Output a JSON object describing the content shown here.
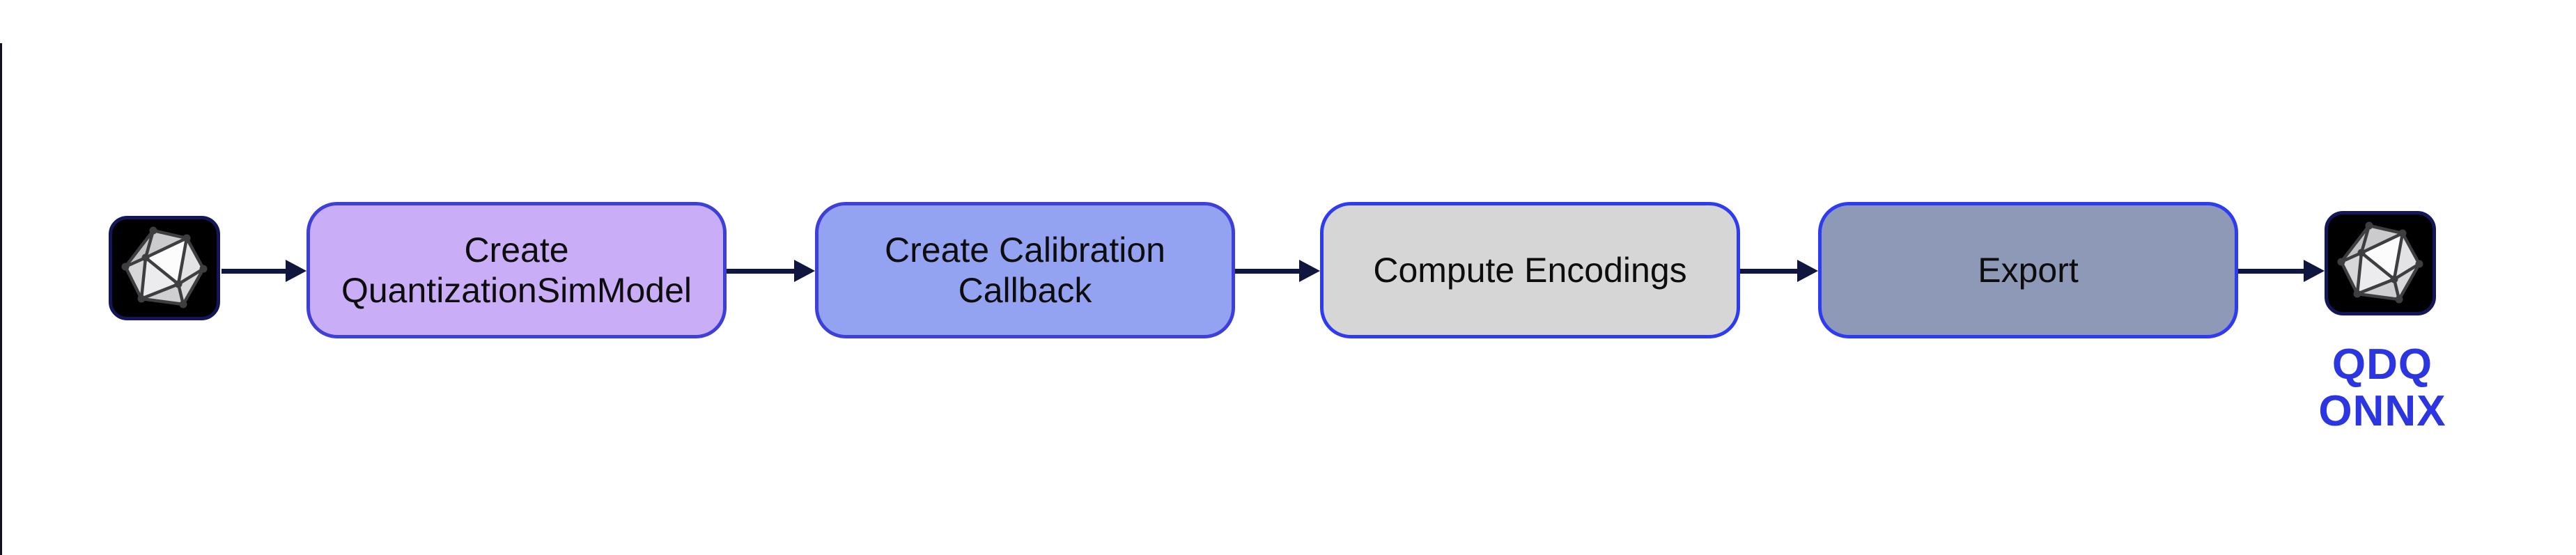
{
  "flow": {
    "source_icon": {
      "name": "onnx-logo"
    },
    "steps": [
      {
        "lines": [
          "Create",
          "QuantizationSimModel"
        ],
        "fill": "#c9aef7",
        "border": "#3d3fd8"
      },
      {
        "lines": [
          "Create Calibration",
          "Callback"
        ],
        "fill": "#94a2f2",
        "border": "#3d3fd8"
      },
      {
        "lines": [
          "Compute Encodings"
        ],
        "fill": "#d6d6d6",
        "border": "#2f3bf2"
      },
      {
        "lines": [
          "Export"
        ],
        "fill": "#8e99b8",
        "border": "#2f3bf2"
      }
    ],
    "output_icon": {
      "name": "onnx-logo"
    },
    "output_caption": {
      "line1": "QDQ",
      "line2": "ONNX"
    }
  },
  "colors": {
    "arrow": "#10163d",
    "caption": "#2b35e2",
    "edge_bar": "#101020",
    "icon_border": "#15155a",
    "icon_background": "#000000",
    "text": "#0d0d0d",
    "background": "#ffffff"
  }
}
